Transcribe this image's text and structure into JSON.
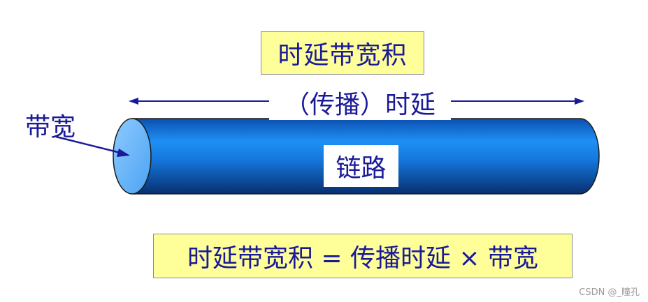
{
  "title_box": {
    "text": "时延带宽积"
  },
  "propagation_label": {
    "text": "（传播）时延"
  },
  "bandwidth_label": {
    "text": "带宽"
  },
  "link_label": {
    "text": "链路"
  },
  "formula": {
    "text": "时延带宽积 = 传播时延 × 带宽"
  },
  "watermark": {
    "text": "CSDN @_瞳孔"
  },
  "colors": {
    "text": "#1a1a99",
    "box_fill": "#ffff99",
    "pipe_main": "#1a7fe6",
    "pipe_dark": "#0b3d8f",
    "pipe_face": "#66b3ff"
  }
}
